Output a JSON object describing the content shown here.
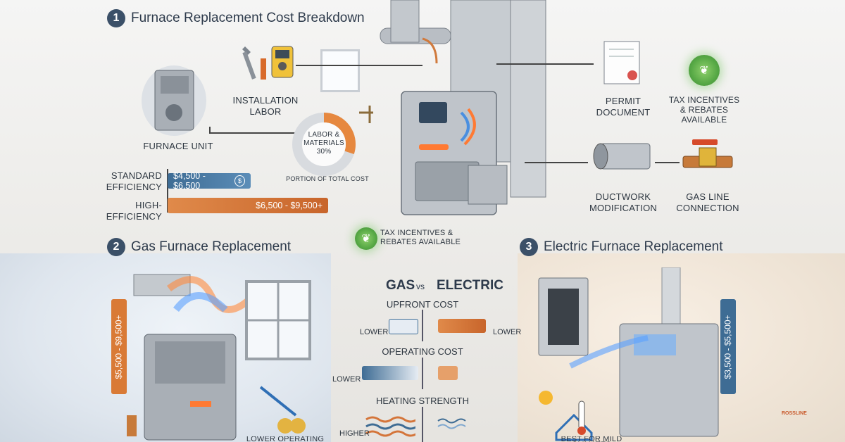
{
  "section1": {
    "number": "1",
    "title": "Furnace Replacement Cost Breakdown",
    "furnace_unit": "FURNACE UNIT",
    "installation_labor": "INSTALLATION\nLABOR",
    "pie_label": "LABOR &\nMATERIALS\n30%",
    "pie_caption": "PORTION OF TOTAL COST",
    "standard_label": "STANDARD\nEFFICIENCY",
    "standard_range": "$4,500 - $6,500",
    "high_label": "HIGH-EFFICIENCY",
    "high_range": "$6,500 - $9,500+",
    "permit": "PERMIT\nDOCUMENT",
    "tax_incentives": "TAX INCENTIVES\n& REBATES\nAVAILABLE",
    "ductwork": "DUCTWORK\nMODIFICATION",
    "gas_line": "GAS LINE\nCONNECTION",
    "center_incentives": "TAX INCENTIVES &\nREBATES AVAILABLE"
  },
  "section2": {
    "number": "2",
    "title": "Gas Furnace Replacement",
    "price_range": "$5,500 - $9,500+",
    "bottom_caption": "LOWER OPERATING"
  },
  "section3": {
    "number": "3",
    "title": "Electric Furnace Replacement",
    "price_range": "$3,500 - $5,500+",
    "bottom_caption": "BEST FOR MILD CLIMATES"
  },
  "comparison": {
    "gas": "GAS",
    "vs": "vs",
    "electric": "ELECTRIC",
    "upfront": "UPFRONT COST",
    "operating": "OPERATING COST",
    "heating": "HEATING STRENGTH",
    "lower": "LOWER",
    "higher": "HIGHER"
  },
  "pie": {
    "value_percent": 30,
    "color": "#e6883f"
  },
  "colors": {
    "accent_blue": "#3e6c94",
    "accent_orange": "#d4753a",
    "title_dark": "#2d3a4b"
  },
  "logo_text": "ROSSLINE"
}
